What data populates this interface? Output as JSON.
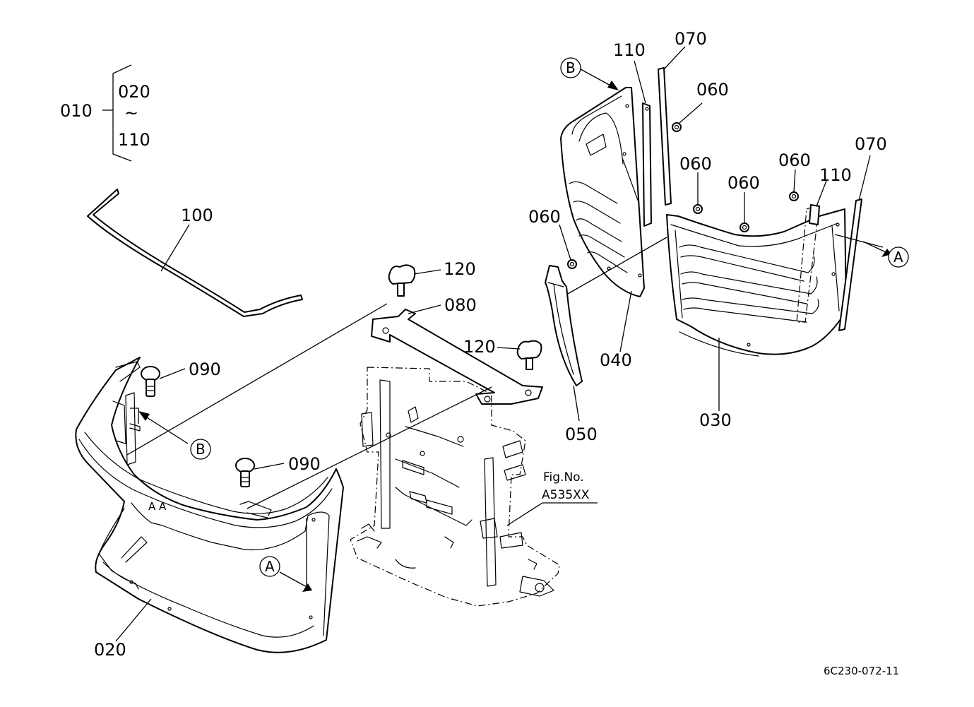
{
  "assembly": {
    "number": "010",
    "range_start": "020",
    "range_tilde": "~",
    "range_end": "110"
  },
  "callouts": {
    "p100": "100",
    "p120a": "120",
    "p120b": "120",
    "p080": "080",
    "p090a": "090",
    "p090b": "090",
    "p020": "020",
    "p110a": "110",
    "p110b": "110",
    "p070a": "070",
    "p070b": "070",
    "p060a": "060",
    "p060b": "060",
    "p060c": "060",
    "p060d": "060",
    "p060e": "060",
    "p040": "040",
    "p050": "050",
    "p030": "030"
  },
  "refs": {
    "a": "A",
    "b": "B"
  },
  "fig_ref": {
    "label": "Fig.No.",
    "number": "A535XX"
  },
  "drawing_number": "6C230-072-11",
  "part_mark": "A A"
}
